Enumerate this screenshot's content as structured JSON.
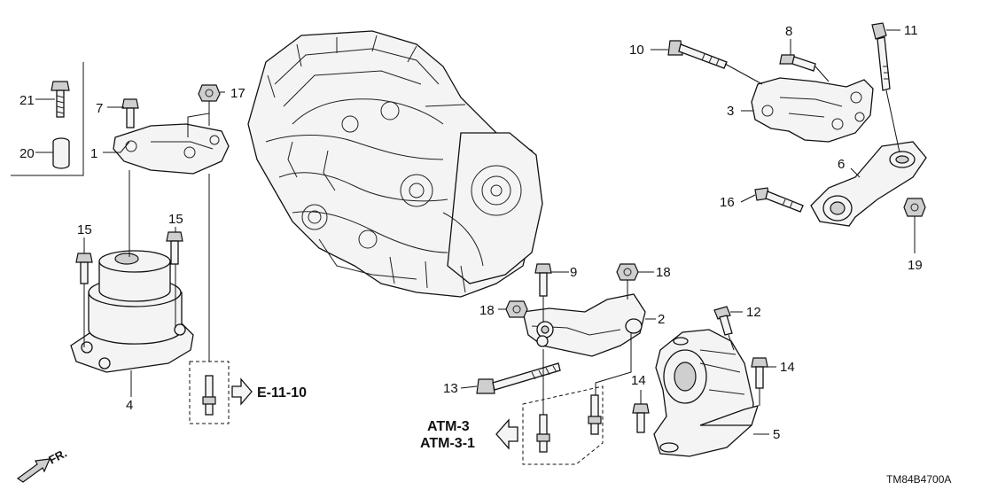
{
  "diagram": {
    "callouts": {
      "p1": "1",
      "p2": "2",
      "p3": "3",
      "p4": "4",
      "p5": "5",
      "p6": "6",
      "p7": "7",
      "p8": "8",
      "p9": "9",
      "p10": "10",
      "p11": "11",
      "p12": "12",
      "p13": "13",
      "p14a": "14",
      "p14b": "14",
      "p15a": "15",
      "p15b": "15",
      "p16": "16",
      "p17": "17",
      "p18a": "18",
      "p18b": "18",
      "p19": "19",
      "p20": "20",
      "p21": "21"
    },
    "references": {
      "e_ref": "E-11-10",
      "atm_ref_1": "ATM-3",
      "atm_ref_2": "ATM-3-1"
    },
    "front_indicator": "FR.",
    "diagram_code": "TM84B4700A"
  }
}
